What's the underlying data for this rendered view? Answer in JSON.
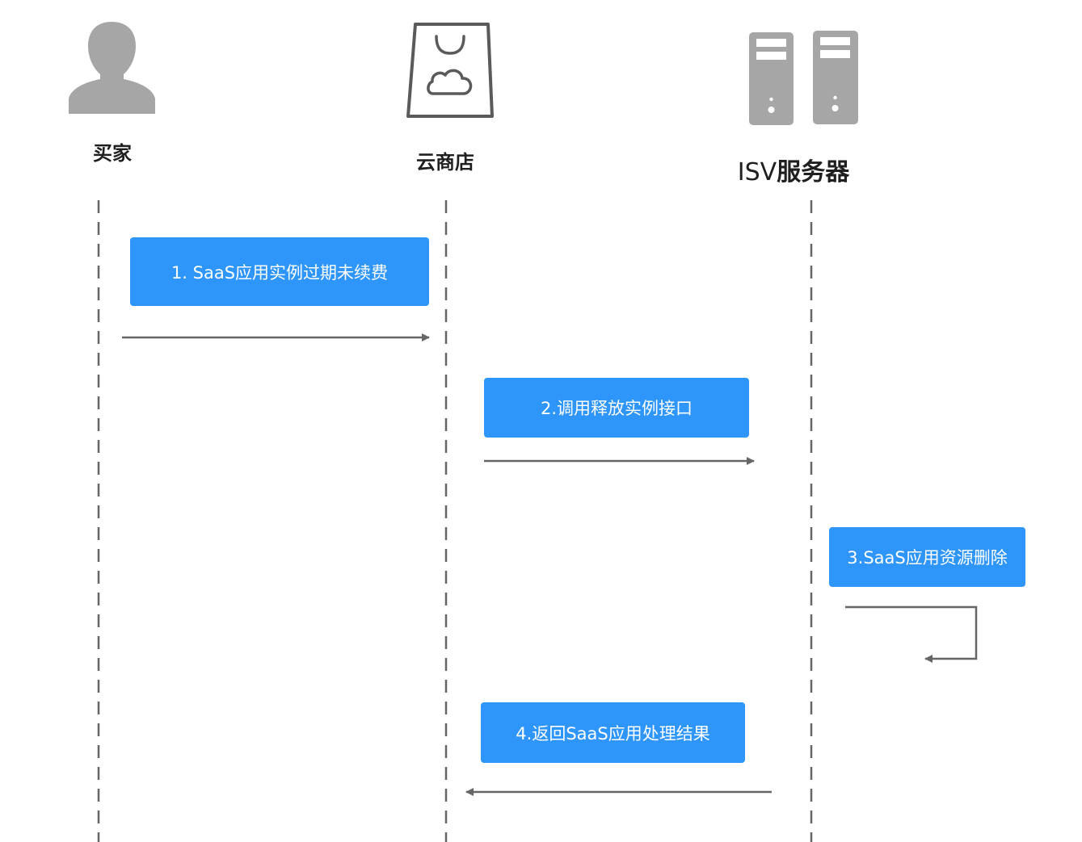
{
  "actors": {
    "buyer": {
      "label": "买家",
      "icon": "person-icon"
    },
    "store": {
      "label": "云商店",
      "icon": "shopping-bag-cloud-icon"
    },
    "isv": {
      "label_prefix": "ISV",
      "label_suffix": "服务器",
      "icon": "servers-icon"
    }
  },
  "steps": [
    {
      "label": "1. SaaS应用实例过期未续费",
      "from": "买家",
      "to": "云商店"
    },
    {
      "label": "2.调用释放实例接口",
      "from": "云商店",
      "to": "ISV服务器"
    },
    {
      "label": "3.SaaS应用资源删除",
      "from": "ISV服务器",
      "to": "ISV服务器"
    },
    {
      "label": "4.返回SaaS应用处理结果",
      "from": "ISV服务器",
      "to": "云商店"
    }
  ],
  "colors": {
    "step_box": "#2e95fb",
    "arrow": "#666666",
    "lifeline": "#666666",
    "icon": "#a6a6a6",
    "bag_outline": "#5a5a5a"
  }
}
